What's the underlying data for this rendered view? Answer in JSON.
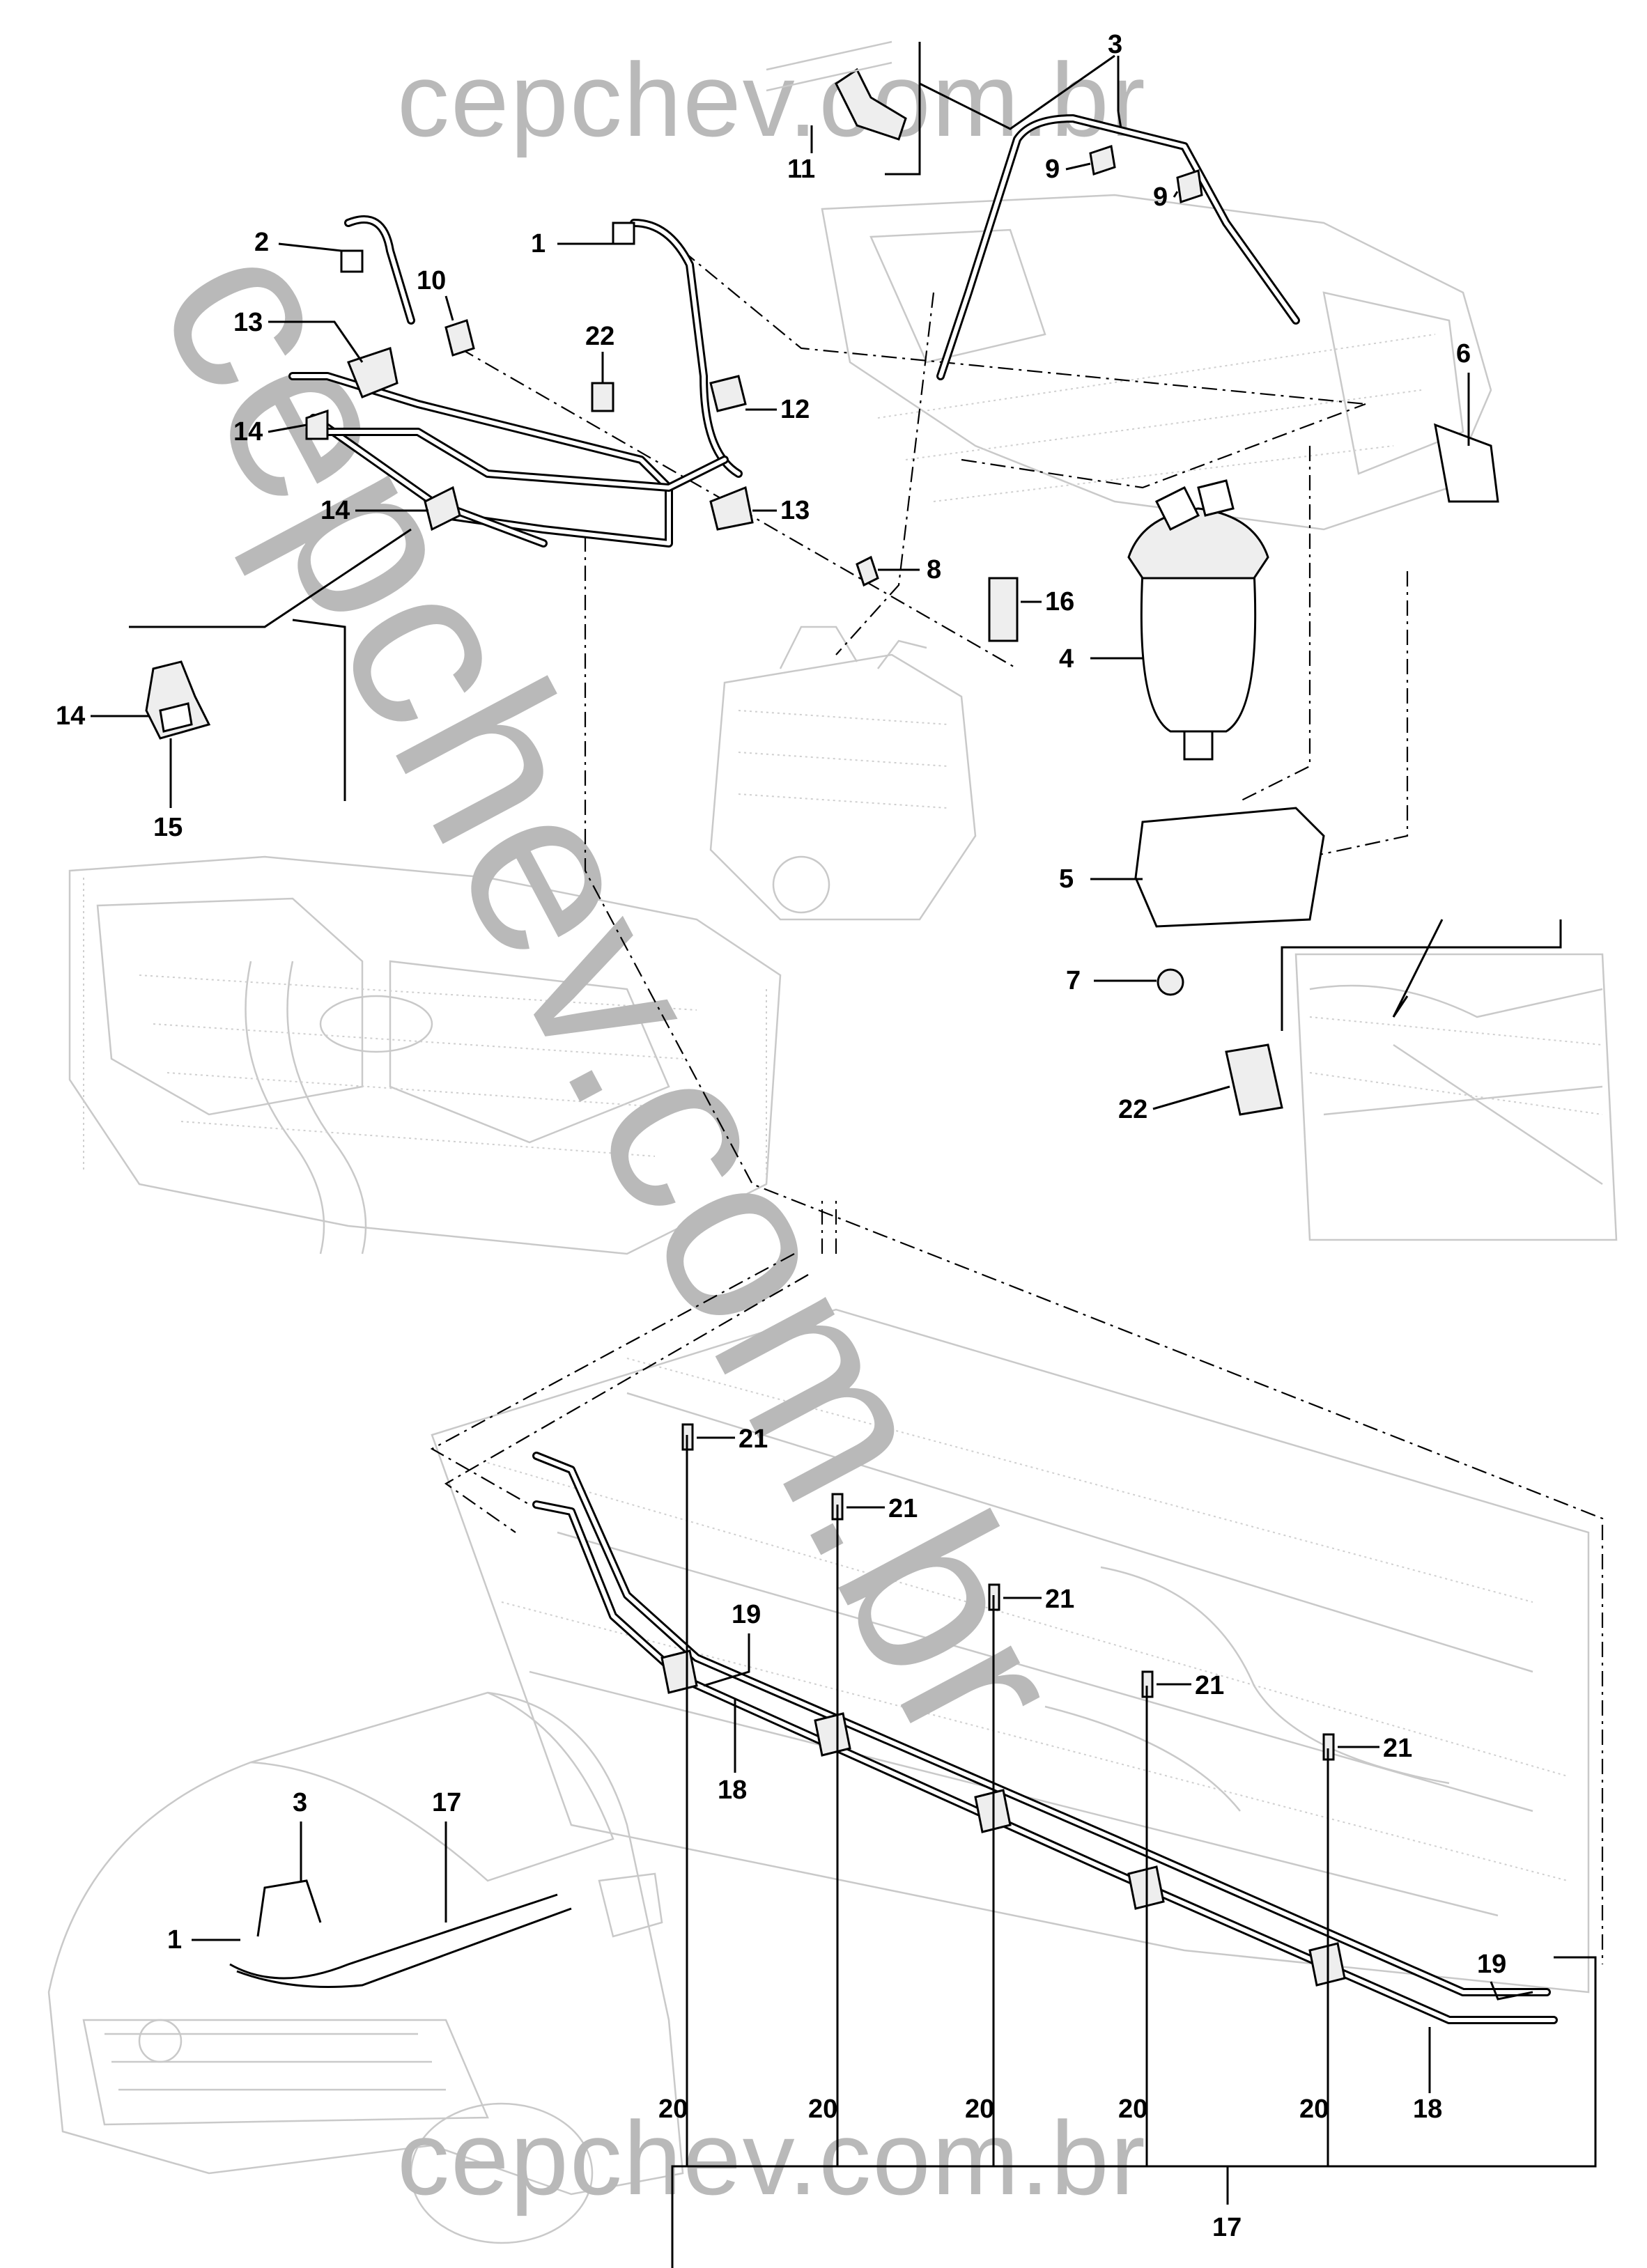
{
  "watermark": {
    "top": "cepchev.com.br",
    "diagonal": "cepchev.com.br",
    "bottom": "cepchev.com.br"
  },
  "callouts": {
    "c1": "1",
    "c2": "2",
    "c3": "3",
    "c4": "4",
    "c5": "5",
    "c6": "6",
    "c7": "7",
    "c8": "8",
    "c9a": "9",
    "c9b": "9",
    "c10": "10",
    "c11": "11",
    "c12": "12",
    "c13a": "13",
    "c13b": "13",
    "c14a": "14",
    "c14b": "14",
    "c14c": "14",
    "c15": "15",
    "c16": "16",
    "c22a": "22",
    "c22b": "22",
    "c21a": "21",
    "c21b": "21",
    "c21c": "21",
    "c21d": "21",
    "c21e": "21",
    "c19a": "19",
    "c19b": "19",
    "c18a": "18",
    "c18b": "18",
    "c20a": "20",
    "c20b": "20",
    "c20c": "20",
    "c20d": "20",
    "c20e": "20",
    "c17a": "17",
    "c17b": "17",
    "c3b": "3",
    "c1b": "1"
  }
}
